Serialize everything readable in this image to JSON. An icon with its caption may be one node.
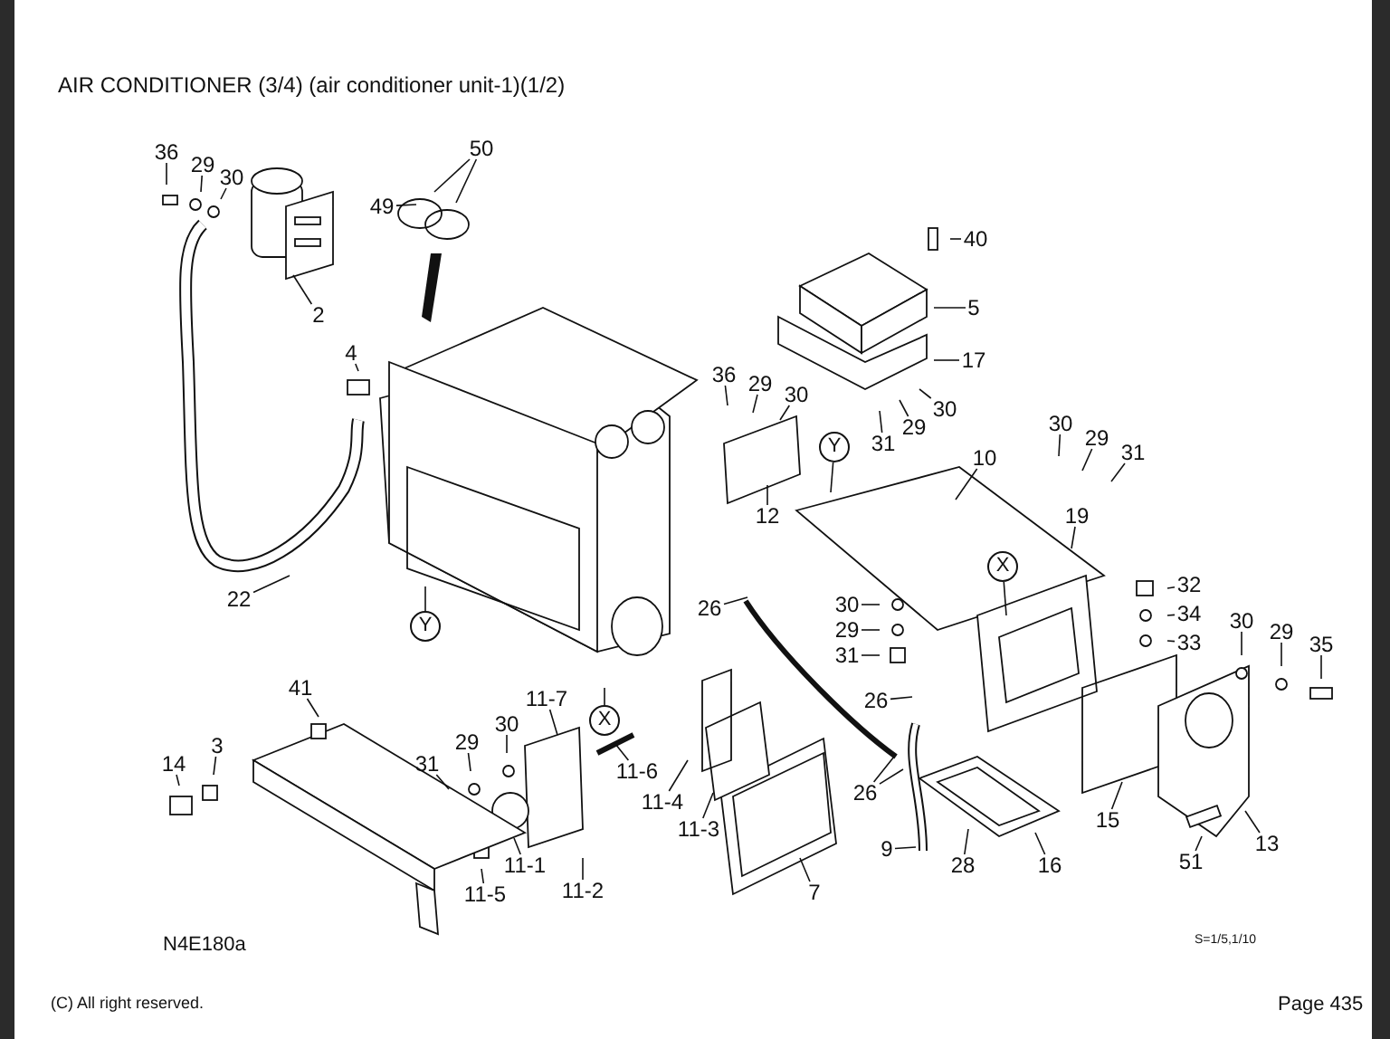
{
  "diagram": {
    "title": "AIR CONDITIONER (3/4) (air conditioner unit-1)(1/2)",
    "nodes": [
      {
        "text": [
          "36"
        ]
      },
      {
        "text": [
          "29"
        ]
      },
      {
        "text": [
          "30"
        ]
      },
      {
        "text": [
          "2"
        ]
      },
      {
        "text": [
          "50"
        ]
      },
      {
        "text": [
          "49"
        ]
      },
      {
        "text": [
          "4"
        ]
      },
      {
        "text": [
          "22"
        ]
      },
      {
        "text": [
          "40"
        ]
      },
      {
        "text": [
          "5"
        ]
      },
      {
        "text": [
          "17"
        ]
      },
      {
        "text": [
          "36"
        ]
      },
      {
        "text": [
          "29"
        ]
      },
      {
        "text": [
          "30"
        ]
      },
      {
        "text": [
          "31"
        ]
      },
      {
        "text": [
          "29"
        ]
      },
      {
        "text": [
          "30"
        ]
      },
      {
        "text": [
          "30"
        ]
      },
      {
        "text": [
          "29"
        ]
      },
      {
        "text": [
          "31"
        ]
      },
      {
        "text": [
          "10"
        ]
      },
      {
        "text": [
          "12"
        ]
      },
      {
        "text": [
          "19"
        ]
      },
      {
        "text": [
          "26"
        ]
      },
      {
        "text": [
          "30"
        ]
      },
      {
        "text": [
          "29"
        ]
      },
      {
        "text": [
          "31"
        ]
      },
      {
        "text": [
          "32"
        ]
      },
      {
        "text": [
          "34"
        ]
      },
      {
        "text": [
          "33"
        ]
      },
      {
        "text": [
          "30"
        ]
      },
      {
        "text": [
          "29"
        ]
      },
      {
        "text": [
          "35"
        ]
      },
      {
        "text": [
          "26"
        ]
      },
      {
        "text": [
          "26"
        ]
      },
      {
        "text": [
          "9"
        ]
      },
      {
        "text": [
          "28"
        ]
      },
      {
        "text": [
          "16"
        ]
      },
      {
        "text": [
          "15"
        ]
      },
      {
        "text": [
          "13"
        ]
      },
      {
        "text": [
          "51"
        ]
      },
      {
        "text": [
          "41"
        ]
      },
      {
        "text": [
          "14"
        ]
      },
      {
        "text": [
          "3"
        ]
      },
      {
        "text": [
          "31"
        ]
      },
      {
        "text": [
          "29"
        ]
      },
      {
        "text": [
          "30"
        ]
      },
      {
        "text": [
          "11-7"
        ]
      },
      {
        "text": [
          "11-6"
        ]
      },
      {
        "text": [
          "11-4"
        ]
      },
      {
        "text": [
          "11-3"
        ]
      },
      {
        "text": [
          "11-1"
        ]
      },
      {
        "text": [
          "11-2"
        ]
      },
      {
        "text": [
          "11-5"
        ]
      },
      {
        "text": [
          "7"
        ]
      },
      {
        "text": [
          "X"
        ]
      },
      {
        "text": [
          "X"
        ]
      },
      {
        "text": [
          "Y"
        ]
      },
      {
        "text": [
          "Y"
        ]
      }
    ],
    "edges": [
      {
        "from": 0,
        "to": null,
        "arrow": "none"
      },
      {
        "from": 1,
        "to": null,
        "arrow": "none"
      },
      {
        "from": 2,
        "to": null,
        "arrow": "none"
      },
      {
        "from": 3,
        "to": null,
        "arrow": "none"
      },
      {
        "from": 4,
        "to": null,
        "arrow": "none"
      },
      {
        "from": 4,
        "to": null,
        "arrow": "none"
      },
      {
        "from": 5,
        "to": null,
        "arrow": "none"
      },
      {
        "from": 6,
        "to": null,
        "arrow": "none"
      },
      {
        "from": 7,
        "to": null,
        "arrow": "none"
      },
      {
        "from": 8,
        "to": null,
        "arrow": "none"
      },
      {
        "from": 9,
        "to": null,
        "arrow": "none"
      },
      {
        "from": 10,
        "to": null,
        "arrow": "none"
      },
      {
        "from": 11,
        "to": null,
        "arrow": "none"
      },
      {
        "from": 12,
        "to": null,
        "arrow": "none"
      },
      {
        "from": 13,
        "to": null,
        "arrow": "none"
      },
      {
        "from": 14,
        "to": null,
        "arrow": "none"
      },
      {
        "from": 15,
        "to": null,
        "arrow": "none"
      },
      {
        "from": 16,
        "to": null,
        "arrow": "none"
      },
      {
        "from": 17,
        "to": null,
        "arrow": "none"
      },
      {
        "from": 18,
        "to": null,
        "arrow": "none"
      },
      {
        "from": 19,
        "to": null,
        "arrow": "none"
      },
      {
        "from": 20,
        "to": null,
        "arrow": "none"
      },
      {
        "from": 21,
        "to": null,
        "arrow": "none"
      },
      {
        "from": 22,
        "to": null,
        "arrow": "none"
      },
      {
        "from": 23,
        "to": null,
        "arrow": "none"
      },
      {
        "from": 24,
        "to": null,
        "arrow": "none"
      },
      {
        "from": 25,
        "to": null,
        "arrow": "none"
      },
      {
        "from": 26,
        "to": null,
        "arrow": "none"
      },
      {
        "from": 27,
        "to": null,
        "arrow": "none"
      },
      {
        "from": 28,
        "to": null,
        "arrow": "none"
      },
      {
        "from": 29,
        "to": null,
        "arrow": "none"
      },
      {
        "from": 30,
        "to": null,
        "arrow": "none"
      },
      {
        "from": 31,
        "to": null,
        "arrow": "none"
      },
      {
        "from": 32,
        "to": null,
        "arrow": "none"
      },
      {
        "from": 33,
        "to": null,
        "arrow": "none"
      },
      {
        "from": 34,
        "to": null,
        "arrow": "none"
      },
      {
        "from": 34,
        "to": null,
        "arrow": "none"
      },
      {
        "from": 35,
        "to": null,
        "arrow": "none"
      },
      {
        "from": 36,
        "to": null,
        "arrow": "none"
      },
      {
        "from": 37,
        "to": null,
        "arrow": "none"
      },
      {
        "from": 38,
        "to": null,
        "arrow": "none"
      },
      {
        "from": 39,
        "to": null,
        "arrow": "none"
      },
      {
        "from": 40,
        "to": null,
        "arrow": "none"
      },
      {
        "from": 41,
        "to": null,
        "arrow": "none"
      },
      {
        "from": 42,
        "to": null,
        "arrow": "none"
      },
      {
        "from": 43,
        "to": null,
        "arrow": "none"
      },
      {
        "from": 44,
        "to": null,
        "arrow": "none"
      },
      {
        "from": 45,
        "to": null,
        "arrow": "none"
      },
      {
        "from": 46,
        "to": null,
        "arrow": "none"
      },
      {
        "from": 47,
        "to": null,
        "arrow": "none"
      },
      {
        "from": 48,
        "to": null,
        "arrow": "none"
      },
      {
        "from": 49,
        "to": null,
        "arrow": "none"
      },
      {
        "from": 50,
        "to": null,
        "arrow": "none"
      },
      {
        "from": 51,
        "to": null,
        "arrow": "none"
      },
      {
        "from": 52,
        "to": null,
        "arrow": "none"
      },
      {
        "from": 53,
        "to": null,
        "arrow": "none"
      },
      {
        "from": 54,
        "to": null,
        "arrow": "none"
      },
      {
        "from": 55,
        "to": null,
        "arrow": "none"
      },
      {
        "from": 56,
        "to": null,
        "arrow": "none"
      },
      {
        "from": 57,
        "to": null,
        "arrow": "none"
      },
      {
        "from": 58,
        "to": null,
        "arrow": "none"
      }
    ],
    "labels": [
      "N4E180a",
      "S=1/5,1/10",
      "(C) All right reserved.",
      "Page 435"
    ]
  }
}
